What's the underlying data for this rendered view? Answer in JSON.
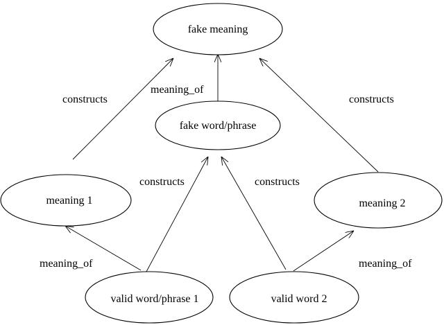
{
  "nodes": {
    "fake_meaning": "fake meaning",
    "fake_word": "fake word/phrase",
    "meaning_1": "meaning 1",
    "meaning_2": "meaning 2",
    "valid_word_1": "valid word/phrase 1",
    "valid_word_2": "valid word 2"
  },
  "edges": {
    "meaning_1_constructs_fake_meaning": "constructs",
    "fake_word_meaning_of_fake_meaning": "meaning_of",
    "meaning_2_constructs_fake_meaning": "constructs",
    "valid_word_1_constructs_fake_word": "constructs",
    "valid_word_2_constructs_fake_word": "constructs",
    "valid_word_1_meaning_of_meaning_1": "meaning_of",
    "valid_word_2_meaning_of_meaning_2": "meaning_of"
  }
}
